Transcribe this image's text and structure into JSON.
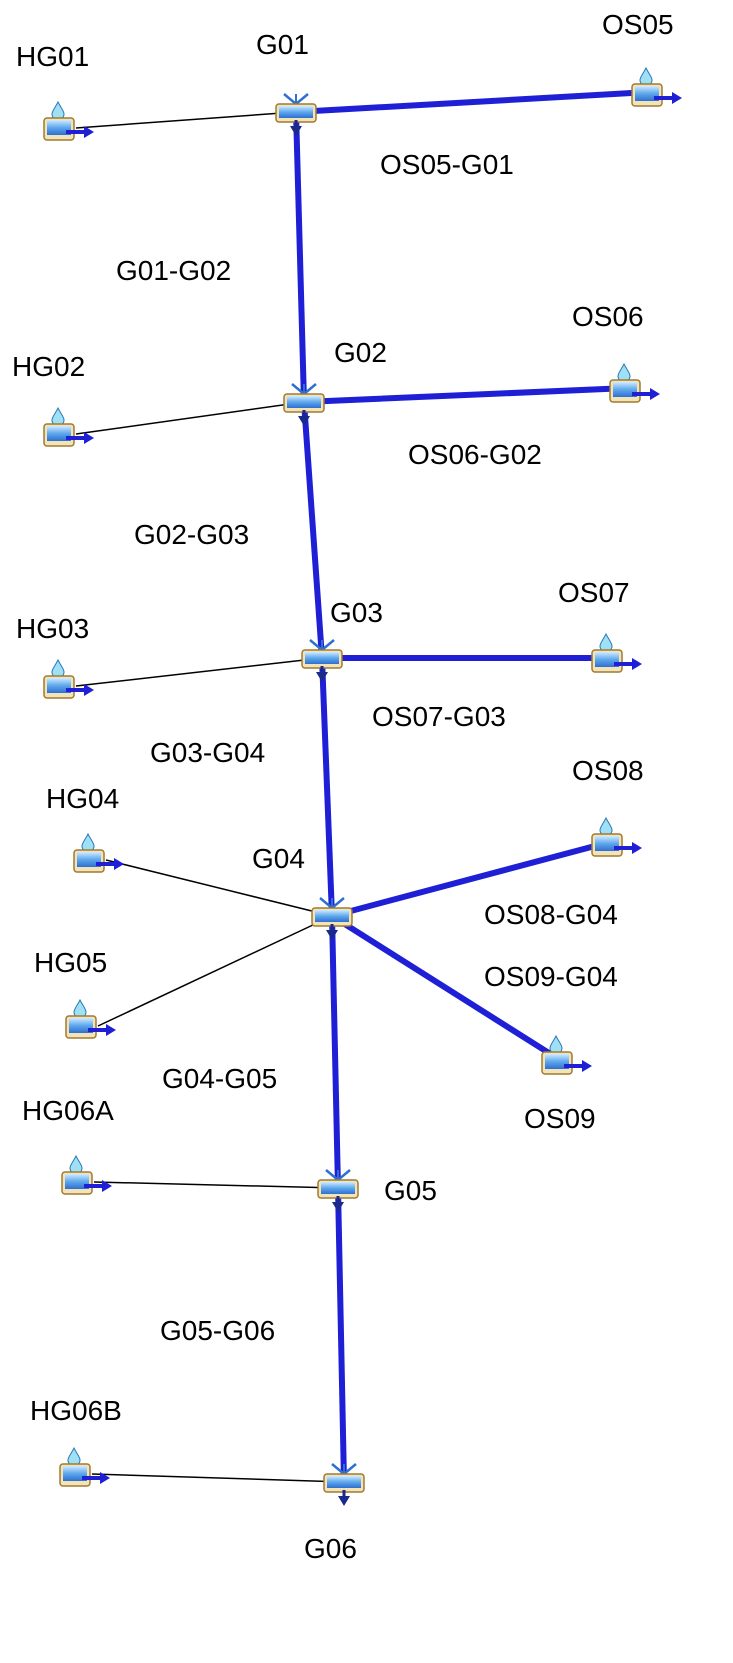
{
  "colors": {
    "background": "#ffffff",
    "main_link": "#1f1fd6",
    "thin_link": "#000000",
    "label": "#000000",
    "arrow": "#1f1fd6",
    "icon_blue": "#3f8fe0",
    "icon_light": "#9fd4ff",
    "icon_frame": "#a07a2e"
  },
  "icons": {
    "subbasin": "subbasin-icon",
    "junction": "junction-icon",
    "outlet_arrow": "arrow-right-icon"
  },
  "subbasins": [
    {
      "id": "HG01",
      "label": "HG01"
    },
    {
      "id": "HG02",
      "label": "HG02"
    },
    {
      "id": "HG03",
      "label": "HG03"
    },
    {
      "id": "HG04",
      "label": "HG04"
    },
    {
      "id": "HG05",
      "label": "HG05"
    },
    {
      "id": "HG06A",
      "label": "HG06A"
    },
    {
      "id": "HG06B",
      "label": "HG06B"
    },
    {
      "id": "OS05",
      "label": "OS05"
    },
    {
      "id": "OS06",
      "label": "OS06"
    },
    {
      "id": "OS07",
      "label": "OS07"
    },
    {
      "id": "OS08",
      "label": "OS08"
    },
    {
      "id": "OS09",
      "label": "OS09"
    }
  ],
  "junctions": [
    {
      "id": "G01",
      "label": "G01"
    },
    {
      "id": "G02",
      "label": "G02"
    },
    {
      "id": "G03",
      "label": "G03"
    },
    {
      "id": "G04",
      "label": "G04"
    },
    {
      "id": "G05",
      "label": "G05"
    },
    {
      "id": "G06",
      "label": "G06"
    }
  ],
  "reaches": [
    {
      "from": "G01",
      "to": "G02",
      "label": "G01-G02"
    },
    {
      "from": "G02",
      "to": "G03",
      "label": "G02-G03"
    },
    {
      "from": "G03",
      "to": "G04",
      "label": "G03-G04"
    },
    {
      "from": "G04",
      "to": "G05",
      "label": "G04-G05"
    },
    {
      "from": "G05",
      "to": "G06",
      "label": "G05-G06"
    },
    {
      "from": "OS05",
      "to": "G01",
      "label": "OS05-G01"
    },
    {
      "from": "OS06",
      "to": "G02",
      "label": "OS06-G02"
    },
    {
      "from": "OS07",
      "to": "G03",
      "label": "OS07-G03"
    },
    {
      "from": "OS08",
      "to": "G04",
      "label": "OS08-G04"
    },
    {
      "from": "OS09",
      "to": "G04",
      "label": "OS09-G04"
    }
  ],
  "connectors": [
    {
      "from": "HG01",
      "to": "G01"
    },
    {
      "from": "HG02",
      "to": "G02"
    },
    {
      "from": "HG03",
      "to": "G03"
    },
    {
      "from": "HG04",
      "to": "G04"
    },
    {
      "from": "HG05",
      "to": "G04"
    },
    {
      "from": "HG06A",
      "to": "G05"
    },
    {
      "from": "HG06B",
      "to": "G06"
    }
  ]
}
